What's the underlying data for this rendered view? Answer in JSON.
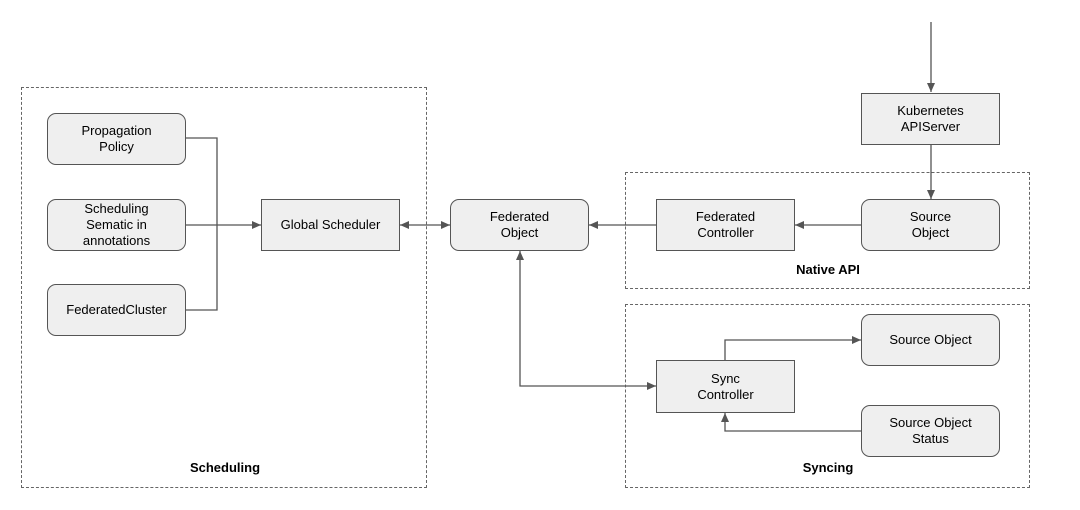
{
  "groups": {
    "scheduling": "Scheduling",
    "native_api": "Native API",
    "syncing": "Syncing"
  },
  "nodes": {
    "propagation_policy": "Propagation\nPolicy",
    "scheduling_sematic": "Scheduling\nSematic in\nannotations",
    "federated_cluster": "FederatedCluster",
    "global_scheduler": "Global Scheduler",
    "federated_object": "Federated\nObject",
    "federated_controller": "Federated\nController",
    "source_object_native": "Source\nObject",
    "kubernetes_apiserver": "Kubernetes\nAPIServer",
    "sync_controller": "Sync\nController",
    "source_object_sync": "Source Object",
    "source_object_status": "Source Object\nStatus"
  }
}
